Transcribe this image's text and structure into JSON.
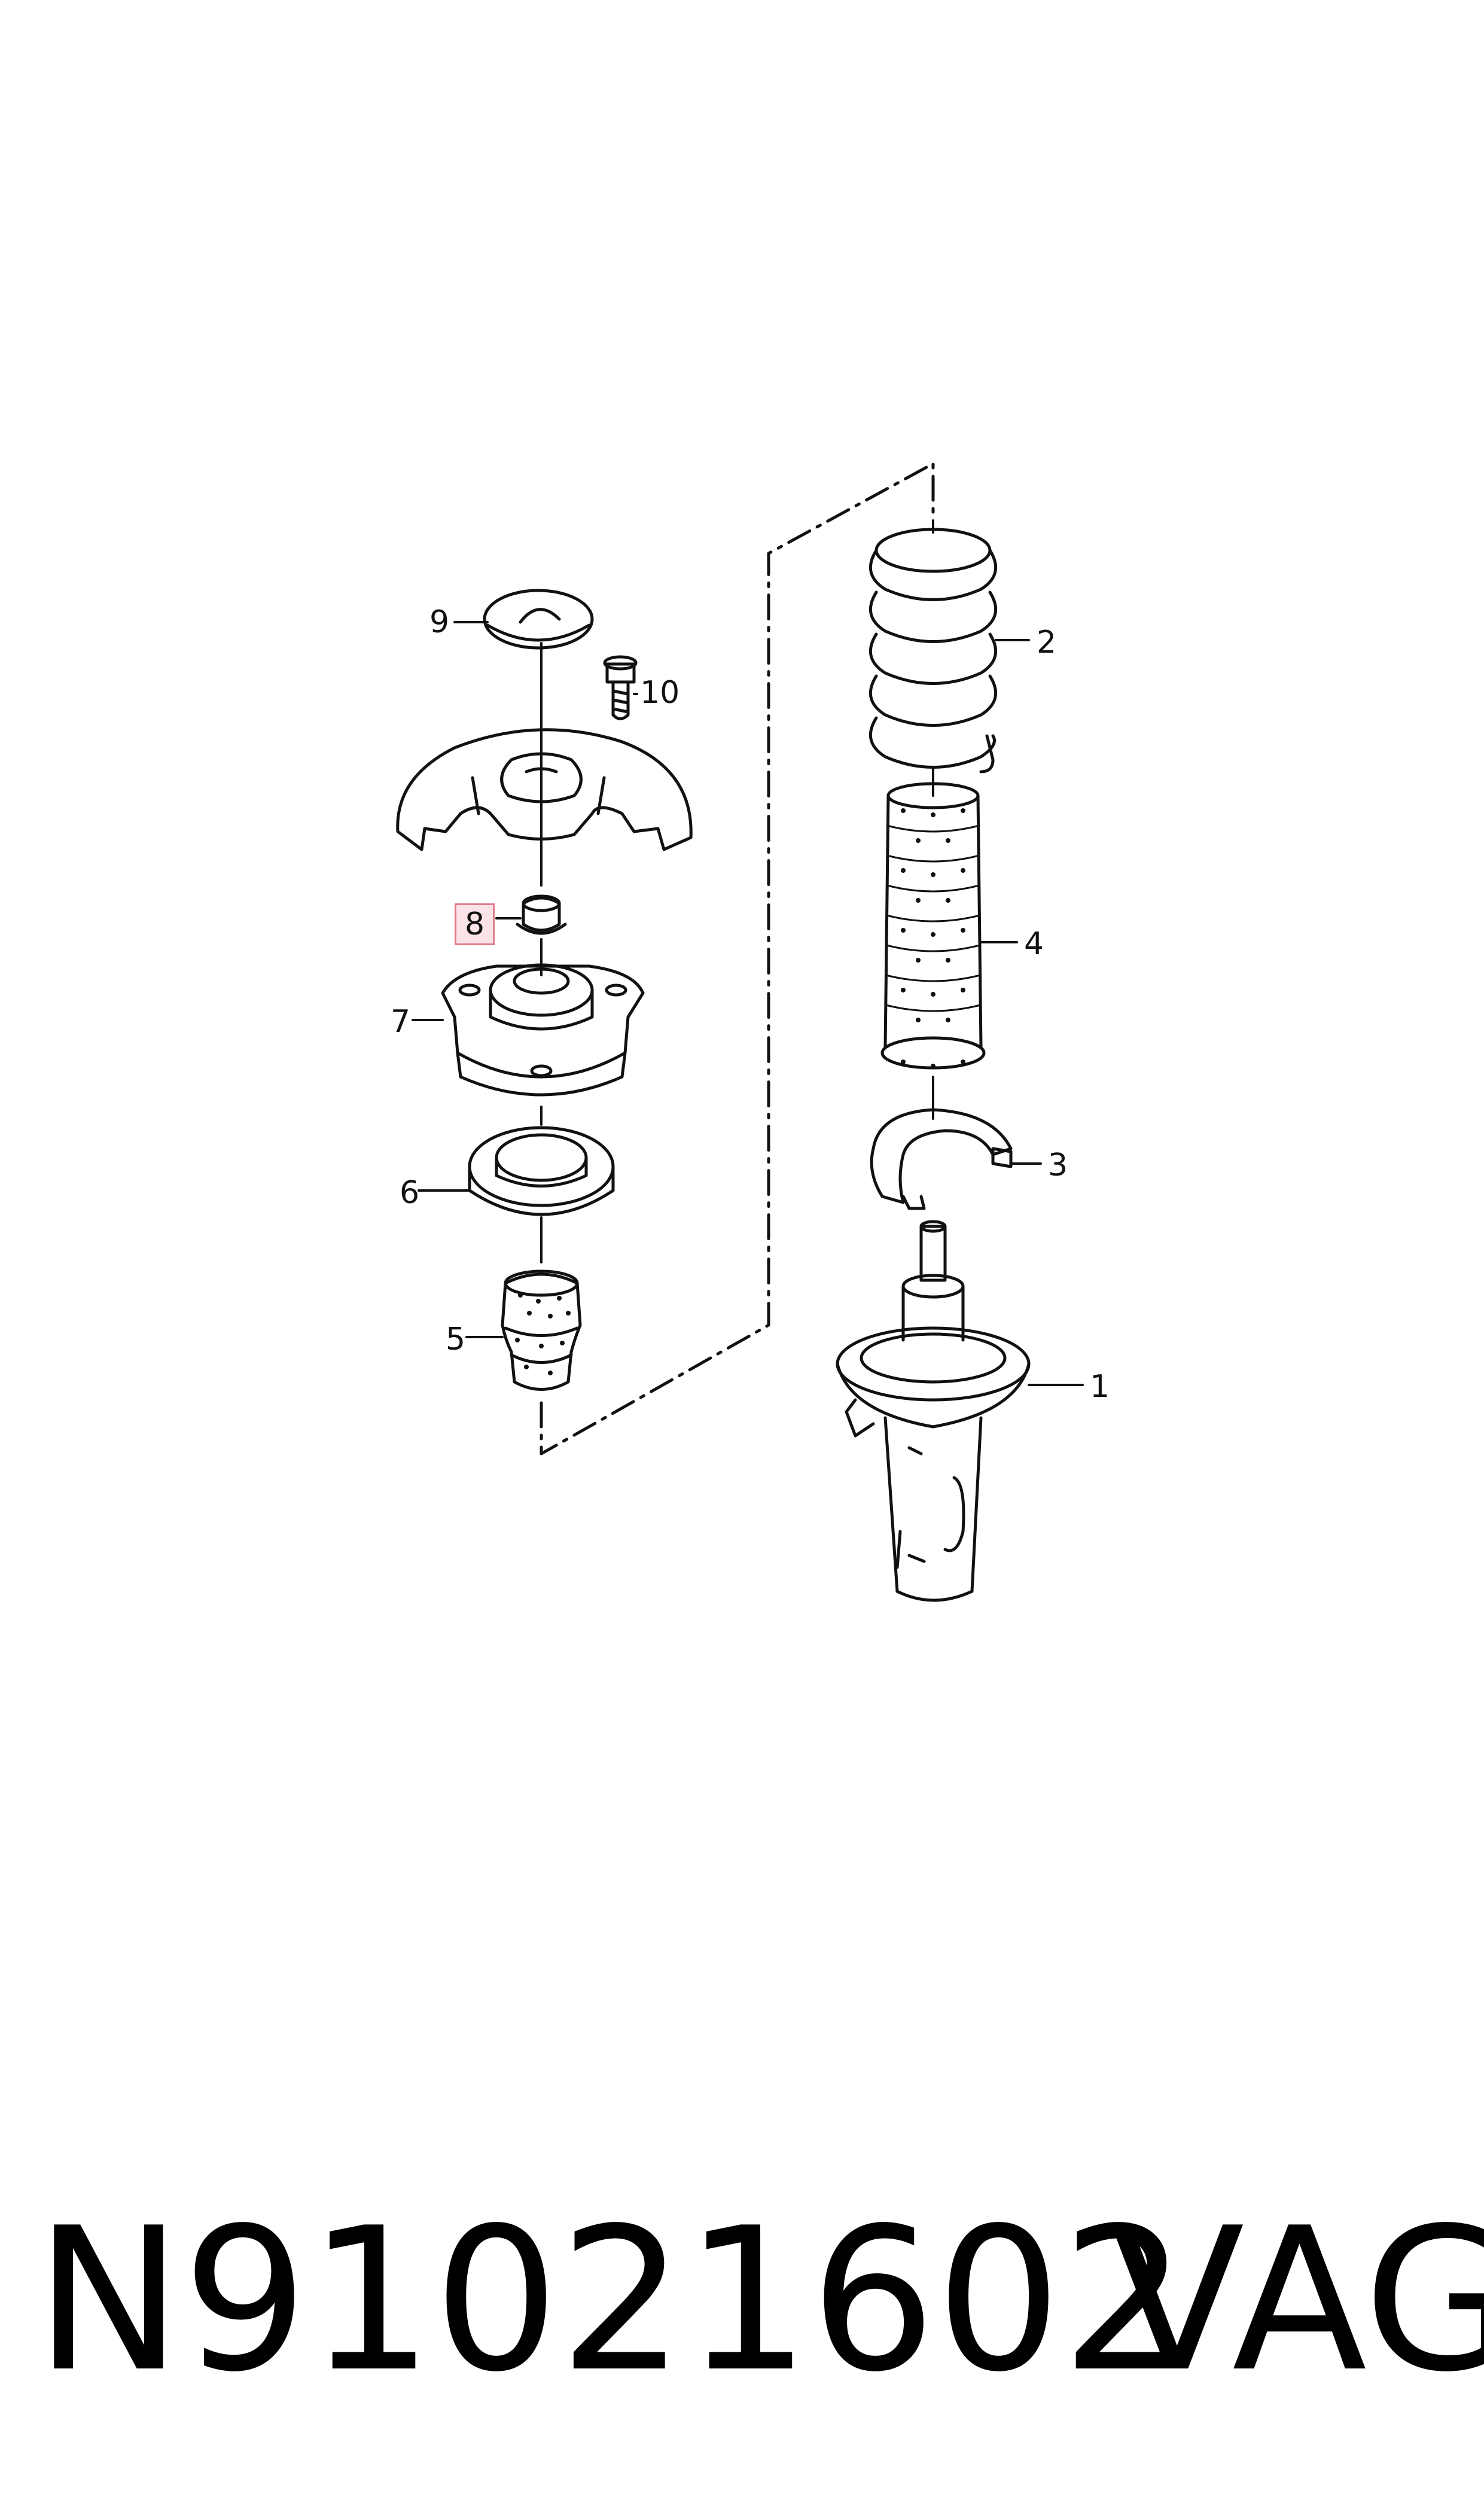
{
  "callouts": [
    {
      "id": "1",
      "text": "1"
    },
    {
      "id": "2",
      "text": "2"
    },
    {
      "id": "3",
      "text": "3"
    },
    {
      "id": "4",
      "text": "4"
    },
    {
      "id": "5",
      "text": "5"
    },
    {
      "id": "6",
      "text": "6"
    },
    {
      "id": "7",
      "text": "7"
    },
    {
      "id": "8",
      "text": "8",
      "highlighted": true
    },
    {
      "id": "9",
      "text": "9"
    },
    {
      "id": "10",
      "text": "10"
    }
  ],
  "footer": {
    "part_number": "N91021602",
    "brand": "VAG"
  },
  "colors": {
    "line": "#111111",
    "highlight_border": "#e07c8a",
    "highlight_fill": "#fbe3e7"
  }
}
